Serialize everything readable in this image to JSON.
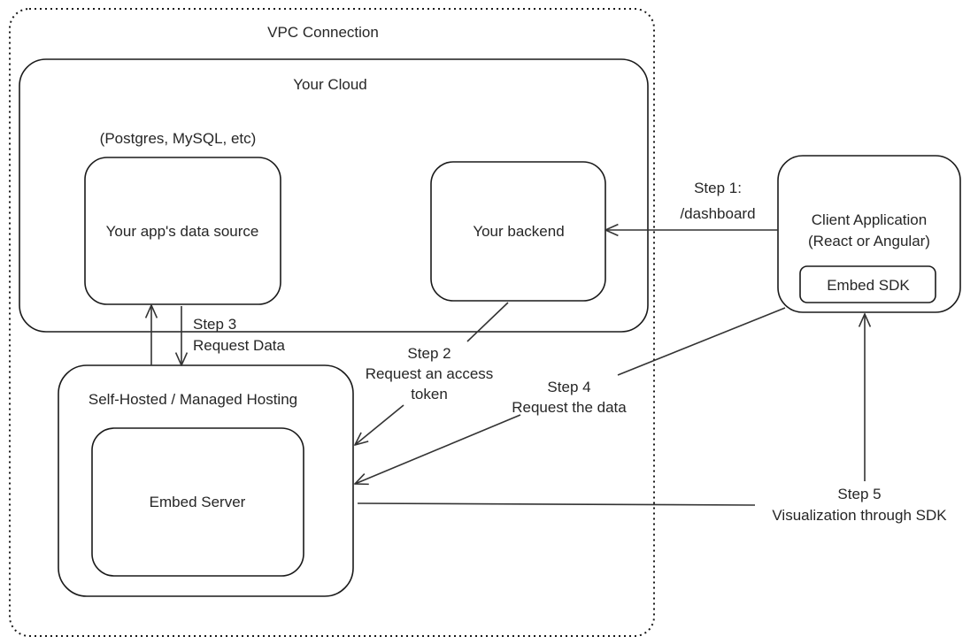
{
  "containers": {
    "vpc": "VPC Connection",
    "cloud": "Your Cloud",
    "hosting": "Self-Hosted / Managed Hosting"
  },
  "nodes": {
    "db_caption": "(Postgres, MySQL, etc)",
    "data_source": "Your app's data source",
    "backend": "Your backend",
    "client_line1": "Client Application",
    "client_line2": "(React or Angular)",
    "embed_sdk": "Embed SDK",
    "embed_server": "Embed Server"
  },
  "steps": {
    "step1_line1": "Step 1:",
    "step1_line2": "/dashboard",
    "step2_line1": "Step 2",
    "step2_line2": "Request an access",
    "step2_line3": "token",
    "step3_line1": "Step 3",
    "step3_line2": "Request Data",
    "step4_line1": "Step 4",
    "step4_line2": "Request the data",
    "step5_line1": "Step 5",
    "step5_line2": "Visualization through SDK"
  }
}
